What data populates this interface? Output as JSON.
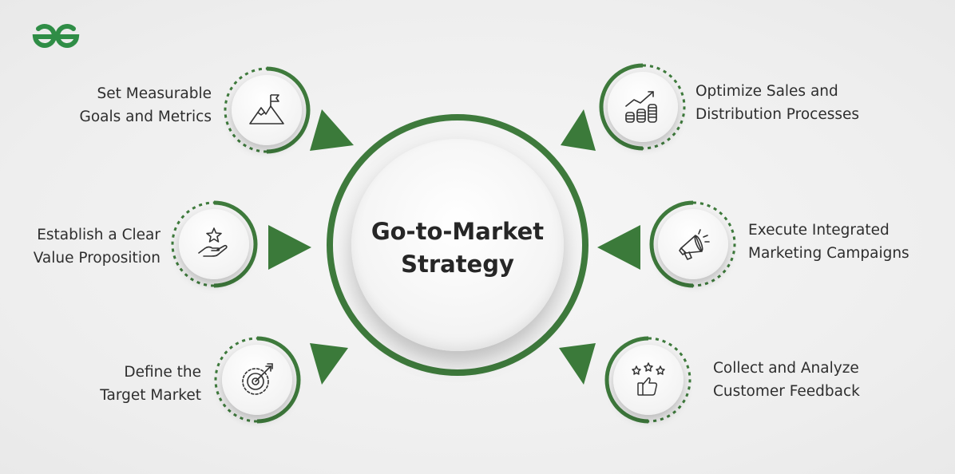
{
  "brand": {
    "logo_icon": "gfg-logo-icon",
    "accent_color": "#2f8d46"
  },
  "colors": {
    "ring_green": "#3e7a3c",
    "arrow_green": "#3b7a3a",
    "text": "#2b2b2b"
  },
  "center": {
    "title_line1": "Go-to-Market",
    "title_line2": "Strategy"
  },
  "steps": {
    "left_top": {
      "line1": "Set Measurable",
      "line2": "Goals and Metrics",
      "icon": "mountain-flag-icon"
    },
    "left_mid": {
      "line1": "Establish a Clear",
      "line2": "Value Proposition",
      "icon": "hand-star-icon"
    },
    "left_bottom": {
      "line1": "Define the",
      "line2": "Target Market",
      "icon": "target-arrow-icon"
    },
    "right_top": {
      "line1": "Optimize Sales and",
      "line2": "Distribution Processes",
      "icon": "coins-growth-icon"
    },
    "right_mid": {
      "line1": "Execute Integrated",
      "line2": "Marketing Campaigns",
      "icon": "megaphone-icon"
    },
    "right_bottom": {
      "line1": "Collect and Analyze",
      "line2": "Customer Feedback",
      "icon": "thumbs-up-stars-icon"
    }
  }
}
